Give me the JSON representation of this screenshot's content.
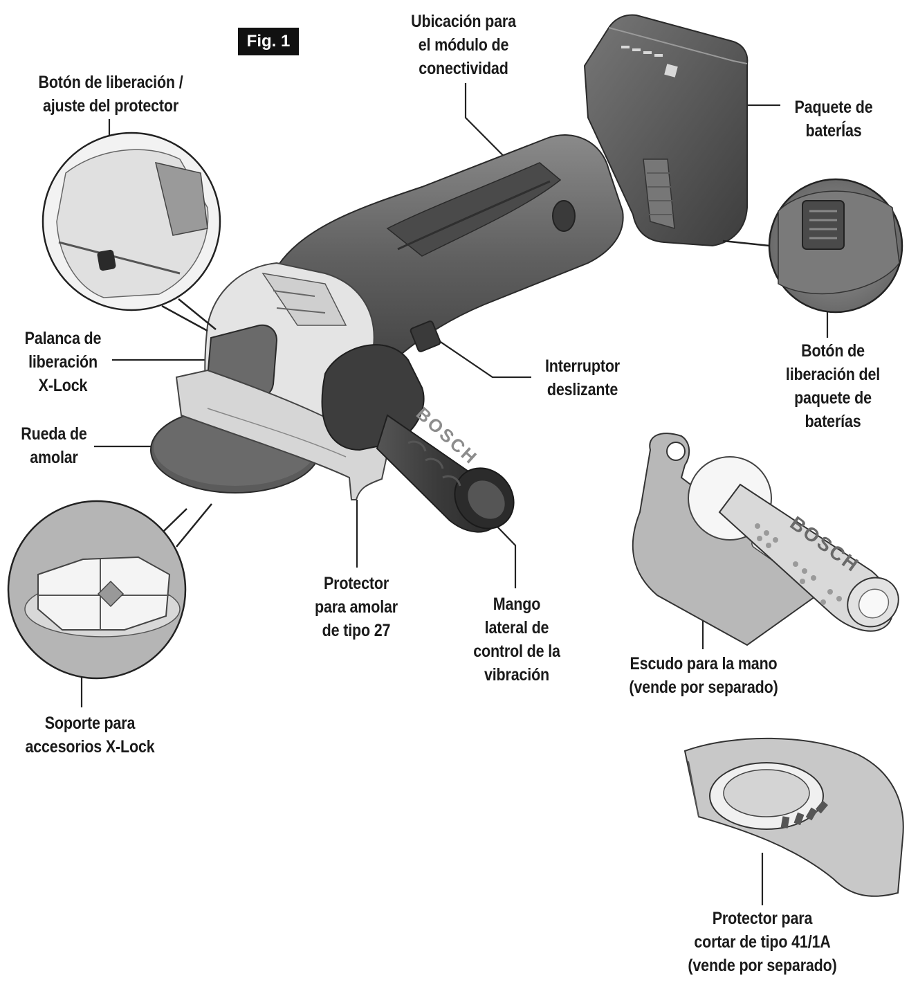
{
  "figure": {
    "tag": "Fig. 1"
  },
  "labels": {
    "guard_release": {
      "lines": [
        "Botón de liberación /",
        "ajuste del protector"
      ]
    },
    "connectivity": {
      "lines": [
        "Ubicación para",
        "el módulo de",
        "conectividad"
      ]
    },
    "battery_pack": {
      "lines": [
        "Paquete de",
        "baterÍas"
      ]
    },
    "xlock_lever": {
      "lines": [
        "Palanca de",
        "liberación",
        "X-Lock"
      ]
    },
    "slide_switch": {
      "lines": [
        "Interruptor",
        "deslizante"
      ]
    },
    "battery_release": {
      "lines": [
        "Botón de",
        "liberación del",
        "paquete de",
        "baterías"
      ]
    },
    "grinding_wheel": {
      "lines": [
        "Rueda de",
        "amolar"
      ]
    },
    "type27_guard": {
      "lines": [
        "Protector",
        "para amolar",
        "de tipo 27"
      ]
    },
    "side_handle": {
      "lines": [
        "Mango",
        "lateral de",
        "control de la",
        "vibración"
      ]
    },
    "hand_shield": {
      "lines": [
        "Escudo para la mano",
        "(vende por separado)"
      ]
    },
    "xlock_mount": {
      "lines": [
        "Soporte para",
        "accesorios X-Lock"
      ]
    },
    "type41_guard": {
      "lines": [
        "Protector para",
        "cortar de tipo 41/1A",
        "(vende por separado)"
      ]
    }
  },
  "brand": {
    "handle_text": "BOSCH",
    "shield_handle_text": "BOSCH"
  },
  "colors": {
    "ink": "#1a1a1a",
    "dark": "#3b3b3b",
    "mid": "#6d6d6d",
    "light": "#bdbdbd",
    "pale": "#e6e6e6"
  }
}
